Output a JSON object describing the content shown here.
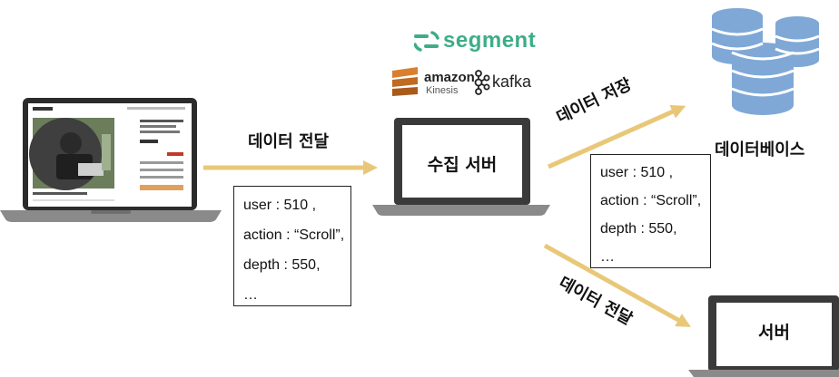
{
  "brands": {
    "segment": "segment",
    "amazon": "amazon",
    "kinesis": "Kinesis",
    "kafka": "kafka"
  },
  "nodes": {
    "collect_server": "수집 서버",
    "database": "데이터베이스",
    "server": "서버"
  },
  "edges": {
    "transfer_1": "데이터 전달",
    "store": "데이터 저장",
    "transfer_2": "데이터 전달"
  },
  "payload": {
    "line1": "user : 510 ,",
    "line2": "action : “Scroll”,",
    "line3": "depth : 550,",
    "line4": "…"
  },
  "colors": {
    "arrow": "#E8C878",
    "segment_green": "#3EAD86",
    "amazon_orange": "#D9802E",
    "db_blue": "#7FA8D6",
    "laptop_dark": "#3a3a3a",
    "laptop_base": "#8a8a8a"
  }
}
